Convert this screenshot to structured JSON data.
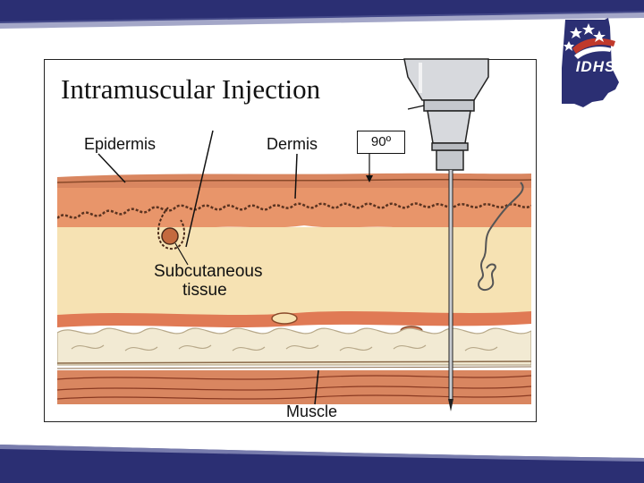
{
  "slide": {
    "title": "Intramuscular Injection",
    "angle_label": "90º"
  },
  "diagram": {
    "labels": {
      "epidermis": "Epidermis",
      "dermis": "Dermis",
      "subcutaneous_line1": "Subcutaneous",
      "subcutaneous_line2": "tissue",
      "muscle": "Muscle"
    }
  },
  "logo": {
    "text": "IDHS",
    "icon": "indiana-state-outline-icon"
  },
  "colors": {
    "banner": "#2b2f73",
    "dermis": "#e8956a",
    "subcutaneous": "#f6e2b3",
    "fat": "#f2ead3",
    "muscle": "#d98660",
    "needle": "#b5b8bd"
  }
}
